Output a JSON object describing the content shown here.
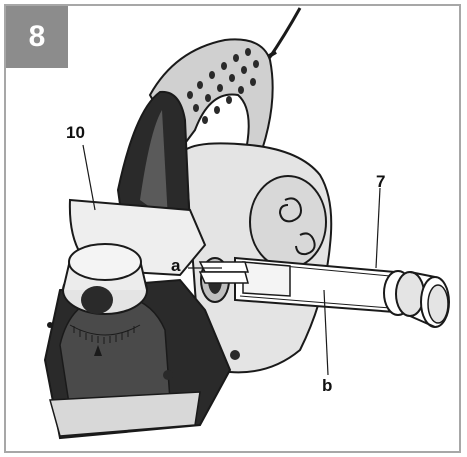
{
  "figure": {
    "number": "8",
    "callouts": {
      "c10": "10",
      "c7": "7",
      "ca": "a",
      "cb": "b"
    }
  },
  "colors": {
    "frame": "#a7a7a7",
    "badge": "#8c8c8c",
    "line": "#1a1a1a",
    "shade_dark": "#2a2a2a",
    "shade_mid": "#bfbfbf",
    "shade_light": "#e4e4e4"
  }
}
